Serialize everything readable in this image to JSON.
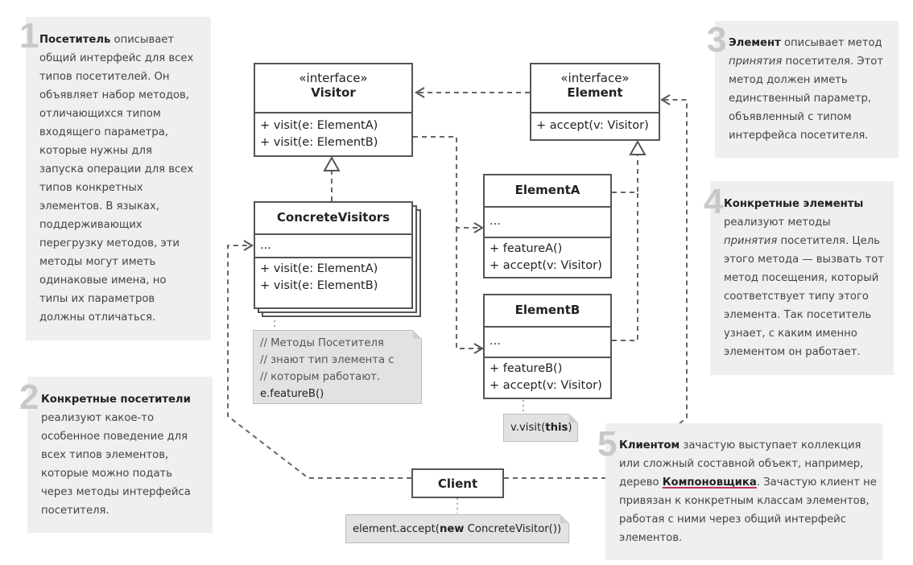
{
  "notes": [
    {
      "num": "1",
      "bold": "Посетитель",
      "lines": [
        "описывает",
        "общий интерфейс для всех",
        "типов посетителей. Он",
        "объявляет набор методов,",
        "отличающихся типом",
        "входящего параметра,",
        "которые нужны для",
        "запуска операции для всех",
        "типов конкретных",
        "элементов. В языках,",
        "поддерживающих",
        "перегрузку методов, эти",
        "методы могут иметь",
        "одинаковые имена, но",
        "типы их параметров",
        "должны отличаться."
      ]
    },
    {
      "num": "2",
      "bold": "Конкретные посетители",
      "lines": [
        "реализуют какое-то",
        "особенное поведение для",
        "всех типов элементов,",
        "которые можно подать",
        "через методы интерфейса",
        "посетителя."
      ]
    },
    {
      "num": "3",
      "bold": "Элемент",
      "lines": [
        "описывает метод",
        "принятия",
        "посетителя. Этот",
        "метод должен иметь",
        "единственный параметр,",
        "объявленный с типом",
        "интерфейса посетителя."
      ]
    },
    {
      "num": "4",
      "bold": "Конкретные элементы",
      "lines": [
        "реализуют методы",
        "принятия",
        "посетителя. Цель",
        "этого метода — вызвать тот",
        "метод посещения, который",
        "соответствует типу этого",
        "элемента. Так посетитель",
        "узнает, с каким именно",
        "элементом он работает."
      ]
    },
    {
      "num": "5",
      "bold": "Клиентом",
      "lines": [
        "зачастую выступает коллекция",
        "или сложный составной объект, например,",
        "дерево",
        "Компоновщика",
        ". Зачастую клиент не",
        "привязан к конкретным классам элементов,",
        "работая с ними через общий интерфейс",
        "элементов."
      ]
    }
  ],
  "classes": {
    "visitor": {
      "stereotype": "«interface»",
      "name": "Visitor",
      "methods": [
        "+ visit(e: ElementA)",
        "+ visit(e: ElementB)"
      ]
    },
    "element": {
      "stereotype": "«interface»",
      "name": "Element",
      "methods": [
        "+ accept(v: Visitor)"
      ]
    },
    "concrete_visitors": {
      "name": "ConcreteVisitors",
      "fields": "...",
      "methods": [
        "+ visit(e: ElementA)",
        "+ visit(e: ElementB)"
      ]
    },
    "element_a": {
      "name": "ElementA",
      "fields": "...",
      "methods": [
        "+ featureA()",
        "+ accept(v: Visitor)"
      ]
    },
    "element_b": {
      "name": "ElementB",
      "fields": "...",
      "methods": [
        "+ featureB()",
        "+ accept(v: Visitor)"
      ]
    },
    "client": {
      "name": "Client"
    }
  },
  "code_notes": {
    "visitor_note": {
      "lines": [
        "// Методы Посетителя",
        "// знают тип элемента с",
        "// которым работают."
      ],
      "last": "e.featureB()"
    },
    "visit_note": {
      "pre": "v.visit(",
      "kw": "this",
      "post": ")"
    },
    "client_note": {
      "pre": "element.accept(",
      "kw": "new",
      "post": " ConcreteVisitor())"
    }
  },
  "colors": {
    "note_bg": "#efefef",
    "line": "#555555",
    "code_bg": "#e2e2e2",
    "link_underline": "#c0306a"
  }
}
